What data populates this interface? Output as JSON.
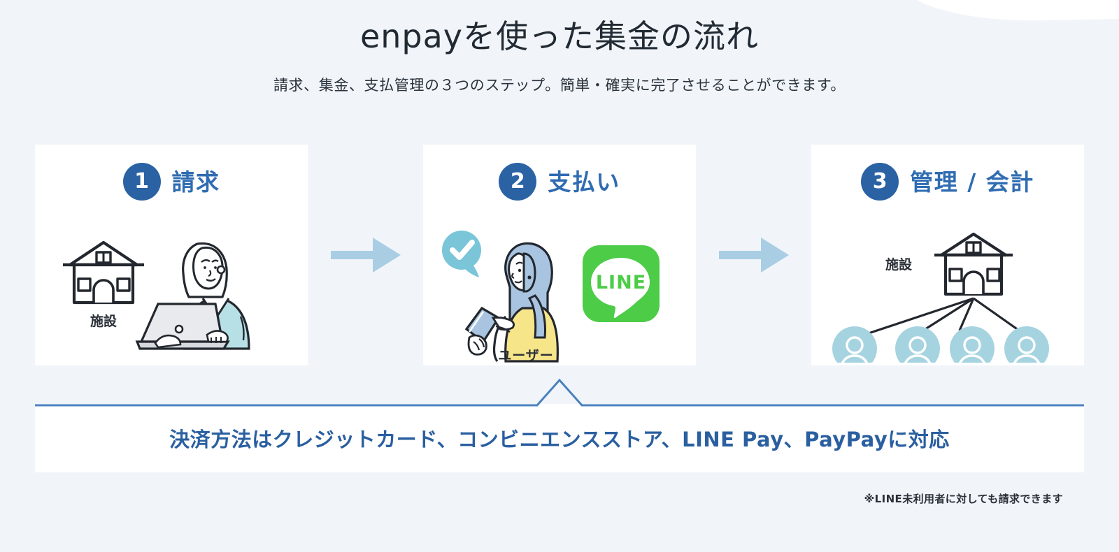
{
  "header": {
    "title": "enpayを使った集金の流れ",
    "subtitle": "請求、集金、支払管理の３つのステップ。簡単・確実に完了させることができます。"
  },
  "colors": {
    "page_background": "#f1f5fa",
    "card_background": "#ffffff",
    "badge_blue": "#2a62a4",
    "heading_blue": "#2f6cb2",
    "banner_blue": "#2a5fa0",
    "arrow_light_blue": "#a9cee3",
    "avatar_blue": "#a6d3e0",
    "check_bubble_blue": "#7ac5d8",
    "line_green": "#4ccc47",
    "clothing_teal": "#b6e0e6",
    "clothing_yellow": "#f7e58a",
    "hair_blue": "#a8c4e0",
    "laptop_grey": "#e3e6ea",
    "outline_dark": "#2b3038"
  },
  "steps": [
    {
      "number": "1",
      "label": "請求",
      "caption": "施設",
      "icons": [
        "facility-building-icon",
        "woman-with-laptop-illustration"
      ]
    },
    {
      "number": "2",
      "label": "支払い",
      "caption": "ユーザー",
      "icons": [
        "check-bubble-icon",
        "woman-with-smartphone-illustration",
        "line-app-icon"
      ],
      "line_logo_text": "LINE"
    },
    {
      "number": "3",
      "label": "管理 / 会計",
      "caption": "施設",
      "icons": [
        "facility-building-icon",
        "user-avatar-icon",
        "connector-lines"
      ],
      "avatar_count": 4
    }
  ],
  "arrows": [
    {
      "name": "flow-arrow-1-to-2"
    },
    {
      "name": "flow-arrow-2-to-3"
    }
  ],
  "banner": {
    "text": "決済方法はクレジットカード、コンビニエンスストア、LINE Pay、PayPayに対応"
  },
  "footnote": {
    "text": "※LINE未利用者に対しても請求できます"
  }
}
